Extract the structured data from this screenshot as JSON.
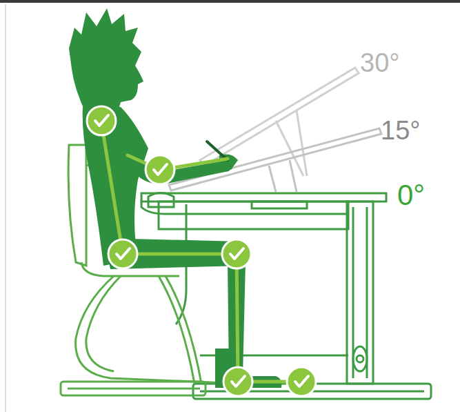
{
  "diagram": {
    "labels": [
      "30°",
      "15°",
      "0°"
    ]
  }
}
